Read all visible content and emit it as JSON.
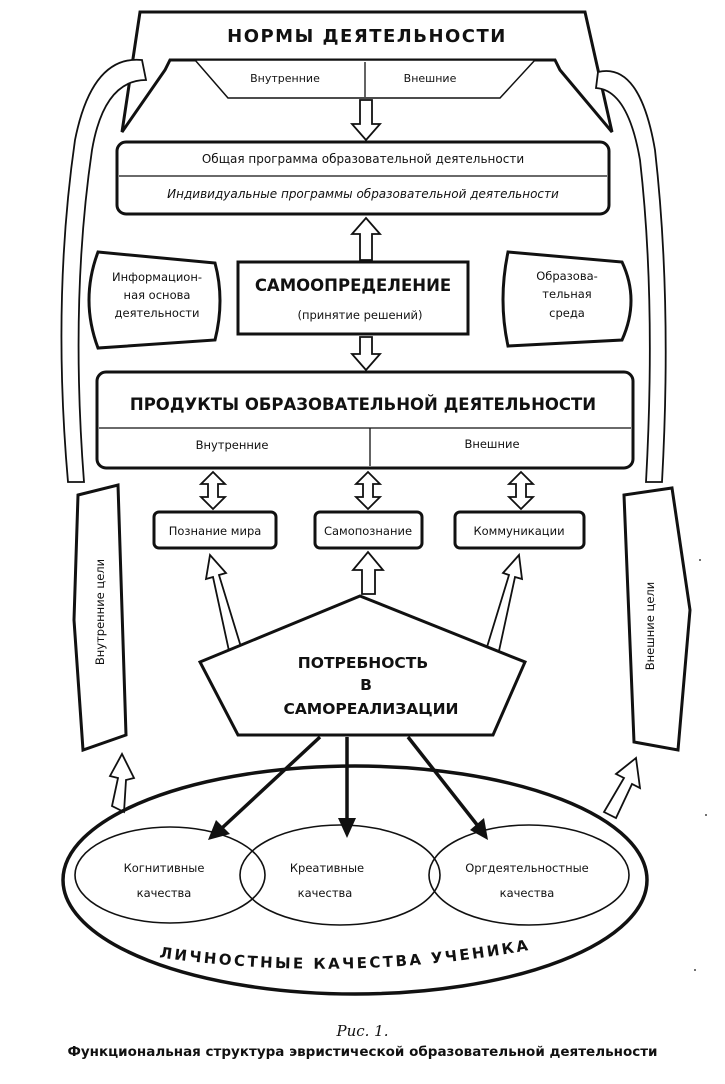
{
  "norms": {
    "title": "НОРМЫ ДЕЯТЕЛЬНОСТИ",
    "internal": "Внутренние",
    "external": "Внешние"
  },
  "programs": {
    "general": "Общая программа образовательной деятельности",
    "individual": "Индивидуальные программы образовательной деятельности"
  },
  "info_basis": [
    "Информацион-",
    "ная основа",
    "деятельности"
  ],
  "self_determination": {
    "title": "САМООПРЕДЕЛЕНИЕ",
    "subtitle": "(принятие решений)"
  },
  "edu_environment": [
    "Образова-",
    "тельная",
    "среда"
  ],
  "products": {
    "title": "ПРОДУКТЫ ОБРАЗОВАТЕЛЬНОЙ ДЕЯТЕЛЬНОСТИ",
    "internal": "Внутренние",
    "external": "Внешние"
  },
  "outcomes": {
    "world": "Познание мира",
    "self": "Самопознание",
    "communication": "Коммуникации"
  },
  "goals": {
    "internal": "Внутренние цели",
    "external": "Внешние цели"
  },
  "need": [
    "ПОТРЕБНОСТЬ",
    "В",
    "САМОРЕАЛИЗАЦИИ"
  ],
  "qualities": {
    "cognitive": [
      "Когнитивные",
      "качества"
    ],
    "creative": [
      "Креативные",
      "качества"
    ],
    "organizational": [
      "Оргдеятельностные",
      "качества"
    ],
    "label": "ЛИЧНОСТНЫЕ КАЧЕСТВА УЧЕНИКА"
  },
  "caption": {
    "figure": "Рис. 1.",
    "text": "Функциональная структура эвристической образовательной деятельности"
  }
}
